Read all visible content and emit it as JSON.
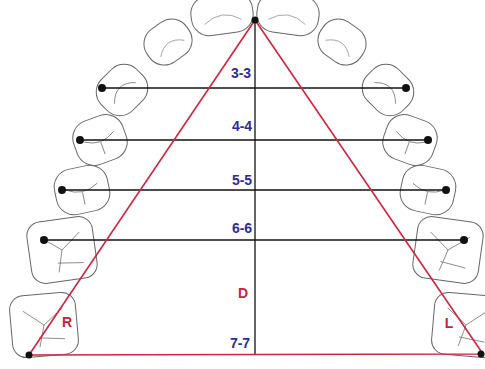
{
  "diagram": {
    "labels": [
      "3-3",
      "4-4",
      "5-5",
      "6-6",
      "D",
      "7-7",
      "R",
      "L"
    ]
  }
}
